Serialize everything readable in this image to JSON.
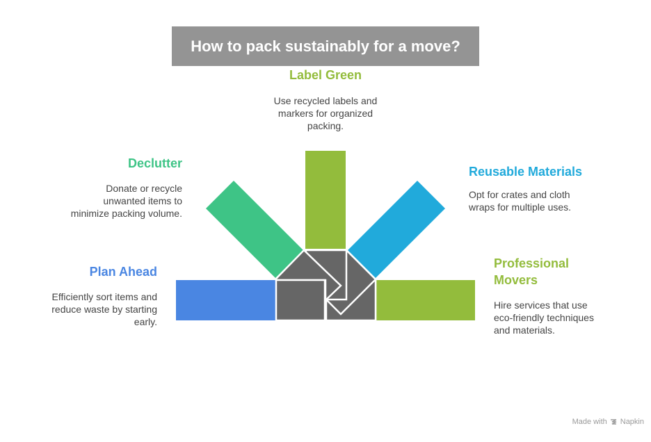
{
  "title": "How to pack sustainably for a move?",
  "colors": {
    "title_bg": "#949494",
    "plan_ahead": "#4A86E2",
    "declutter": "#3EC486",
    "label_green": "#93BC3C",
    "reusable_materials": "#21AADB",
    "professional_movers": "#93BC3C",
    "center": "#666666"
  },
  "steps": [
    {
      "id": "plan_ahead",
      "heading": "Plan Ahead",
      "lines": [
        "Efficiently sort items and",
        "reduce waste by starting",
        "early."
      ]
    },
    {
      "id": "declutter",
      "heading": "Declutter",
      "lines": [
        "Donate or recycle",
        "unwanted items to",
        "minimize packing volume."
      ]
    },
    {
      "id": "label_green",
      "heading": "Label Green",
      "lines": [
        "Use recycled labels and",
        "markers for organized",
        "packing."
      ]
    },
    {
      "id": "reusable_materials",
      "heading": "Reusable Materials",
      "lines": [
        "Opt for crates and cloth",
        "wraps for multiple uses."
      ]
    },
    {
      "id": "professional_movers",
      "heading_lines": [
        "Professional",
        "Movers"
      ],
      "lines": [
        "Hire services that use",
        "eco-friendly techniques",
        "and materials."
      ]
    }
  ],
  "footer": {
    "made_with": "Made with",
    "brand": "Napkin",
    "icon": "napkin-logo-icon"
  }
}
